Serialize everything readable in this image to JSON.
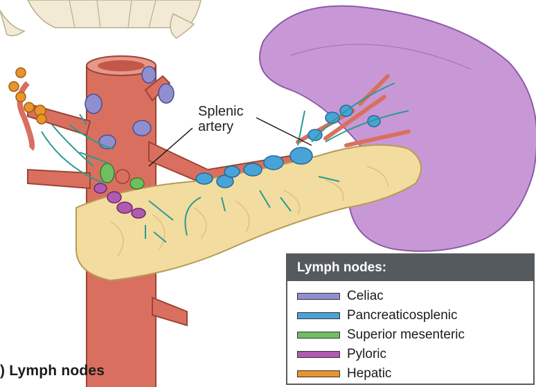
{
  "callout": {
    "line1": "Splenic",
    "line2": "artery"
  },
  "caption": ") Lymph nodes",
  "legend": {
    "title": "Lymph nodes:",
    "items": [
      {
        "label": "Celiac",
        "color": "#8f8fd0"
      },
      {
        "label": "Pancreaticosplenic",
        "color": "#4aa3d6"
      },
      {
        "label": "Superior mesenteric",
        "color": "#6fbf60"
      },
      {
        "label": "Pyloric",
        "color": "#b05ab0"
      },
      {
        "label": "Hepatic",
        "color": "#e8952e"
      }
    ]
  },
  "colors": {
    "artery": "#d9705f",
    "spleen": "#c898d6",
    "pancreas": "#f2dca0",
    "skin": "#f3ead5"
  }
}
